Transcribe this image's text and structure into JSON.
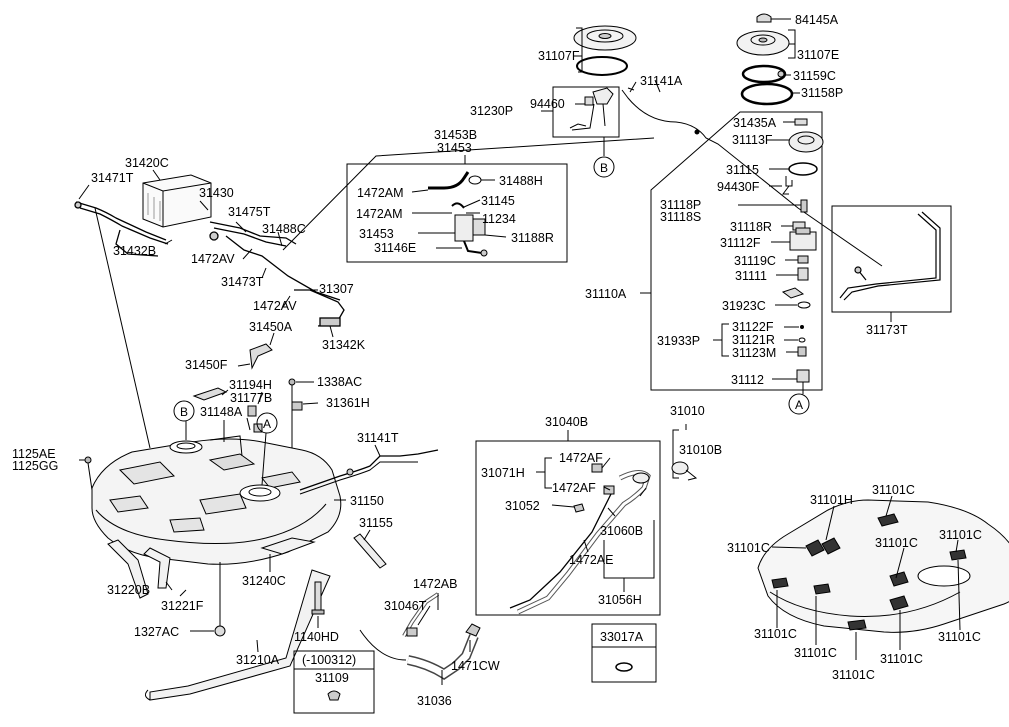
{
  "parts": {
    "p31107F": "31107F",
    "p31107E": "31107E",
    "p84145A": "84145A",
    "p31159C": "31159C",
    "p31158P": "31158P",
    "p31141A": "31141A",
    "p31230P": "31230P",
    "p94460": "94460",
    "p31435A": "31435A",
    "p31113F": "31113F",
    "p31453B": "31453B",
    "p31453": "31453",
    "p31420C": "31420C",
    "p31471T": "31471T",
    "p31430": "31430",
    "p1472AM_a": "1472AM",
    "p31488H": "31488H",
    "p31145": "31145",
    "p1472AM_b": "1472AM",
    "p11234": "11234",
    "p31453_b": "31453",
    "p31188R": "31188R",
    "p31146E": "31146E",
    "p31475T": "31475T",
    "p31488C": "31488C",
    "p31432B": "31432B",
    "p1472AV_a": "1472AV",
    "p31473T": "31473T",
    "p31307": "31307",
    "p1472AV_b": "1472AV",
    "p31342K": "31342K",
    "p31450A": "31450A",
    "p31450F": "31450F",
    "p1338AC": "1338AC",
    "p31194H": "31194H",
    "p31177B": "31177B",
    "p31361H": "31361H",
    "p31148A": "31148A",
    "p31141T": "31141T",
    "p1125AE": "1125AE",
    "p1125GG": "1125GG",
    "p31150": "31150",
    "p31155": "31155",
    "p31220B": "31220B",
    "p31240C": "31240C",
    "p31221F": "31221F",
    "p1327AC": "1327AC",
    "p1140HD": "1140HD",
    "p31210A": "31210A",
    "p_100312": "(-100312)",
    "p31109": "31109",
    "p31115": "31115",
    "p94430F": "94430F",
    "p31118P": "31118P",
    "p31118S": "31118S",
    "p31118R": "31118R",
    "p31112F": "31112F",
    "p31119C": "31119C",
    "p31111": "31111",
    "p31110A": "31110A",
    "p31923C": "31923C",
    "p31122F": "31122F",
    "p31933P": "31933P",
    "p31121R": "31121R",
    "p31123M": "31123M",
    "p31112": "31112",
    "p31173T": "31173T",
    "p31040B": "31040B",
    "p31010": "31010",
    "p31010B": "31010B",
    "p1472AF_a": "1472AF",
    "p31071H": "31071H",
    "p1472AF_b": "1472AF",
    "p31052": "31052",
    "p31060B": "31060B",
    "p1472AE": "1472AE",
    "p31056H": "31056H",
    "p1472AB": "1472AB",
    "p31046T": "31046T",
    "p1471CW": "1471CW",
    "p31036": "31036",
    "p33017A": "33017A",
    "p31101H": "31101H",
    "p31101C_1": "31101C",
    "p31101C_2": "31101C",
    "p31101C_3": "31101C",
    "p31101C_4": "31101C",
    "p31101C_5": "31101C",
    "p31101C_6": "31101C",
    "p31101C_7": "31101C",
    "p31101C_8": "31101C",
    "p31101C_9": "31101C"
  },
  "markers": {
    "b_top": "B",
    "b_tank": "B",
    "a_tank": "A",
    "a_bottom": "A"
  }
}
